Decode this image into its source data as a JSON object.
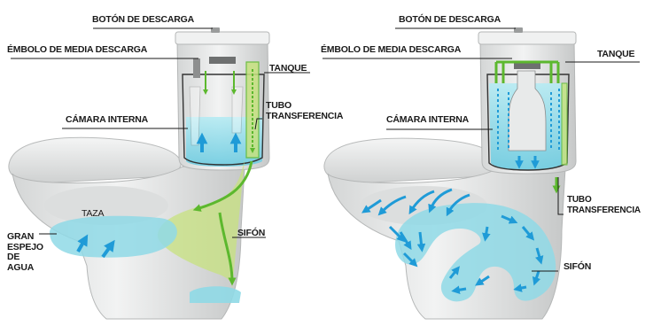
{
  "colors": {
    "porcelain": "#e9eaea",
    "porcelain_shadow": "#c9cbcb",
    "water": "#8fd9e6",
    "water_dark": "#49b8d2",
    "flow_green": "#7fcd3b",
    "flow_green_fill": "#c7e27f",
    "arrow_blue": "#1f9bd7",
    "leader_line": "#1a1a1a"
  },
  "left_diagram": {
    "labels": {
      "flush_button": "BOTÓN DE DESCARGA",
      "half_flush_plunger": "ÉMBOLO DE MEDIA DESCARGA",
      "tank": "TANQUE",
      "inner_chamber": "CÁMARA INTERNA",
      "transfer_tube": "TUBO TRANSFERENCIA",
      "bowl": "TAZA",
      "large_water_mirror": "GRAN ESPEJO DE AGUA",
      "siphon": "SIFÓN"
    }
  },
  "right_diagram": {
    "labels": {
      "flush_button": "BOTÓN DE DESCARGA",
      "half_flush_plunger": "ÉMBOLO DE MEDIA DESCARGA",
      "tank": "TANQUE",
      "inner_chamber": "CÁMARA INTERNA",
      "transfer_tube": "TUBO TRANSFERENCIA",
      "siphon": "SIFÓN"
    }
  }
}
